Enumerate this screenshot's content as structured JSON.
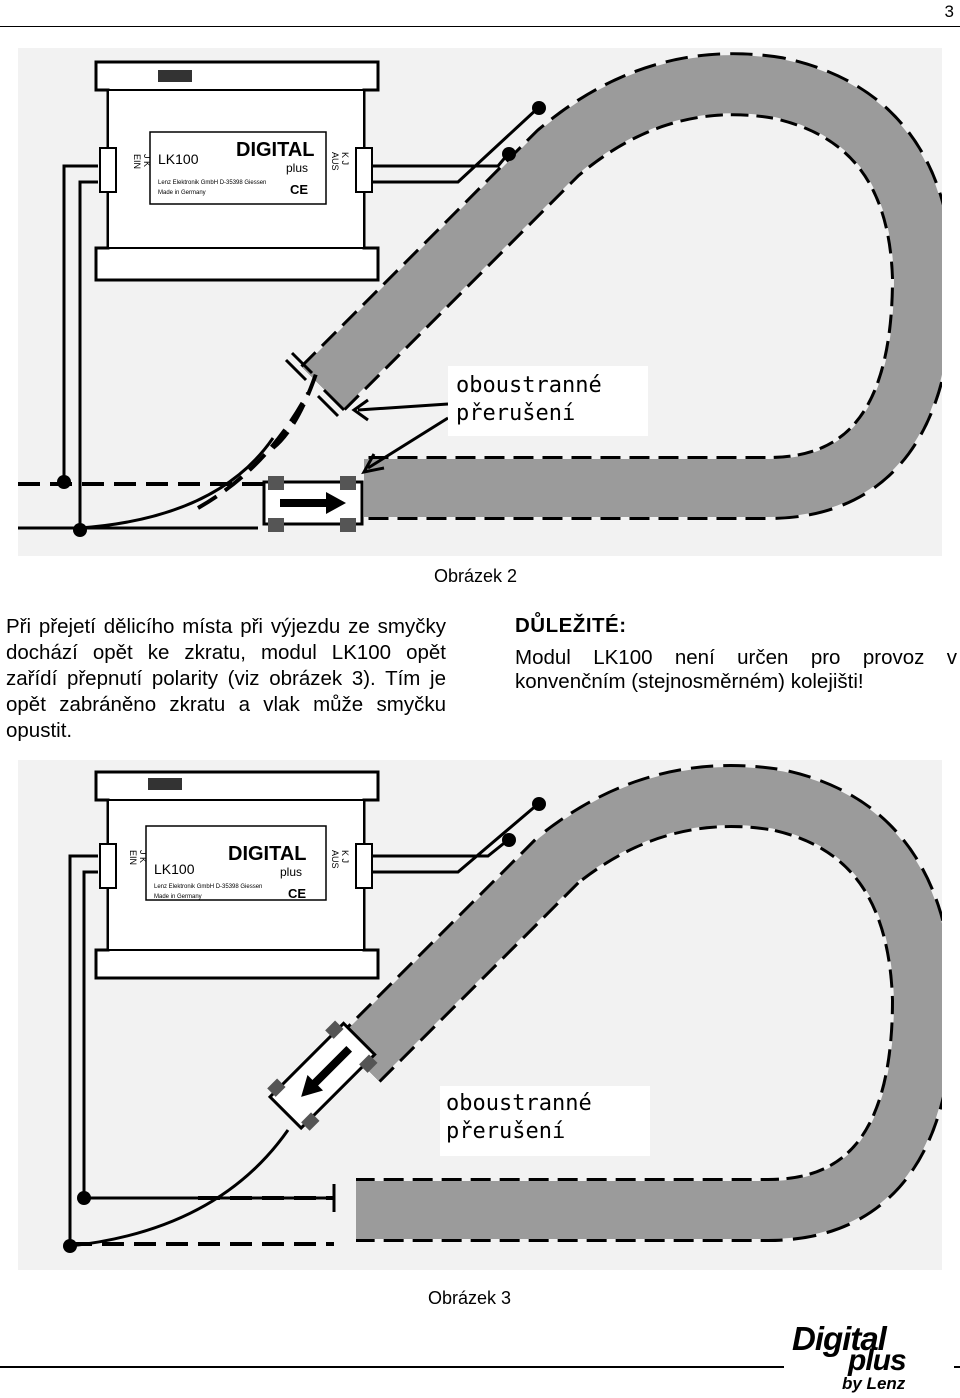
{
  "page_number": "3",
  "figure1": {
    "module_model": "LK100",
    "module_brand": "DIGITAL",
    "module_brand_sub": "plus",
    "module_maker": "Lenz Elektronik GmbH D-35398 Giessen",
    "module_made": "Made in Germany",
    "module_ce": "CE",
    "left_terminal": "EIN",
    "left_terminal_pins": "J K",
    "right_terminal": "AUS",
    "right_terminal_pins": "K J",
    "annotation_line1": "oboustranné",
    "annotation_line2": "přerušení",
    "caption": "Obrázek 2"
  },
  "left_column_text": "Při přejetí dělicího místa při výjezdu ze smyčky dochází opět ke zkratu, modul LK100 opět zařídí přepnutí polarity (viz obrázek 3). Tím je opět zabráněno zkratu a vlak může smyčku opustit.",
  "important": {
    "heading": "DŮLEŽITÉ:",
    "text": "Modul LK100 není určen pro provoz v konvenčním (stejnosměrném) kolejišti!"
  },
  "figure2": {
    "module_model": "LK100",
    "module_brand": "DIGITAL",
    "module_brand_sub": "plus",
    "module_maker": "Lenz Elektronik GmbH D-35398 Giessen",
    "module_made": "Made in Germany",
    "module_ce": "CE",
    "left_terminal": "EIN",
    "left_terminal_pins": "J K",
    "right_terminal": "AUS",
    "right_terminal_pins": "K J",
    "annotation_line1": "oboustranné",
    "annotation_line2": "přerušení",
    "caption": "Obrázek 3"
  },
  "logo": {
    "line1": "Digital",
    "line2": "plus",
    "line3": "by Lenz"
  }
}
